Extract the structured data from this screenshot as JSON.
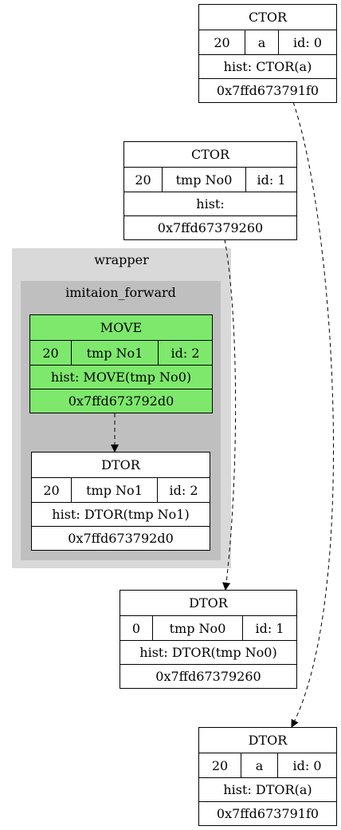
{
  "clusters": {
    "outer": {
      "label": "wrapper"
    },
    "inner": {
      "label": "imitaion_forward"
    }
  },
  "nodes": {
    "ctor_a": {
      "op": "CTOR",
      "value": "20",
      "name": "a",
      "id": "id: 0",
      "hist": "hist: CTOR(a)",
      "addr": "0x7ffd673791f0"
    },
    "ctor_tmp0": {
      "op": "CTOR",
      "value": "20",
      "name": "tmp No0",
      "id": "id: 1",
      "hist": "hist:",
      "addr": "0x7ffd67379260"
    },
    "move_tmp1": {
      "op": "MOVE",
      "value": "20",
      "name": "tmp No1",
      "id": "id: 2",
      "hist": "hist: MOVE(tmp No0)",
      "addr": "0x7ffd673792d0",
      "fill": "#7ee86d"
    },
    "dtor_tmp1": {
      "op": "DTOR",
      "value": "20",
      "name": "tmp No1",
      "id": "id: 2",
      "hist": "hist: DTOR(tmp No1)",
      "addr": "0x7ffd673792d0"
    },
    "dtor_tmp0": {
      "op": "DTOR",
      "value": "0",
      "name": "tmp No0",
      "id": "id: 1",
      "hist": "hist: DTOR(tmp No0)",
      "addr": "0x7ffd67379260"
    },
    "dtor_a": {
      "op": "DTOR",
      "value": "20",
      "name": "a",
      "id": "id: 0",
      "hist": "hist: DTOR(a)",
      "addr": "0x7ffd673791f0"
    }
  },
  "edges": [
    {
      "from": "move_tmp1",
      "to": "dtor_tmp1",
      "style": "dashed"
    },
    {
      "from": "ctor_tmp0",
      "to": "dtor_tmp0",
      "style": "dashed"
    },
    {
      "from": "ctor_a",
      "to": "dtor_a",
      "style": "dashed"
    }
  ],
  "colors": {
    "outer_cluster": "#d9d9d9",
    "inner_cluster": "#bfbfbf",
    "move_node": "#7ee86d"
  }
}
